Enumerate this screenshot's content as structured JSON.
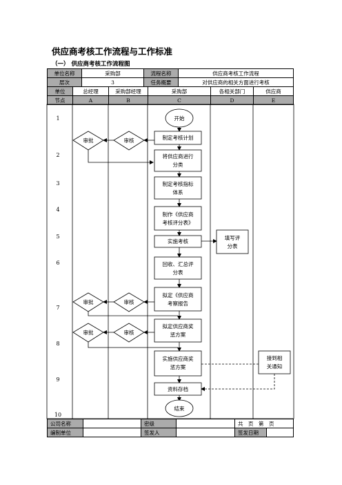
{
  "title": "供应商考核工作流程与工作标准",
  "subtitle": "（一）  供应商考核工作流程图",
  "header": {
    "unit_name_label": "单位名称",
    "unit_name_value": "采购部",
    "process_name_label": "流程名称",
    "process_name_value": "供应商考核工作流程",
    "level_label": "层次",
    "level_value": "3",
    "task_label": "任务概要",
    "task_value": "对供应商的相关方面进行考核",
    "unit_label": "单位",
    "node_label": "节点"
  },
  "columns": [
    {
      "unit": "总经理",
      "node": "A"
    },
    {
      "unit": "采购部经理",
      "node": "B"
    },
    {
      "unit": "采购部",
      "node": "C"
    },
    {
      "unit": "各相关部门",
      "node": "D"
    },
    {
      "unit": "供应商",
      "node": "E"
    }
  ],
  "row_numbers": [
    "1",
    "2",
    "3",
    "4",
    "5",
    "6",
    "7",
    "8",
    "9",
    "10"
  ],
  "flow": {
    "start": "开始",
    "end": "结束",
    "approve": "审批",
    "review": "审核",
    "c1": "制定考核计划",
    "c2": [
      "将供应商进行",
      "分类"
    ],
    "c3": [
      "制定考核指标",
      "体系"
    ],
    "c4": [
      "制作《供应商",
      "考核评分表》"
    ],
    "c5": "实施考核",
    "d5": [
      "填写评",
      "分表"
    ],
    "c6": [
      "回收、汇总评",
      "分表"
    ],
    "c7": [
      "拟定《供应商",
      "考察报告"
    ],
    "c8": [
      "拟定供应商奖",
      "惩方案"
    ],
    "c9": [
      "实施供应商奖",
      "惩方案"
    ],
    "e9": [
      "接到相",
      "关通知"
    ],
    "c10": "资料存档"
  },
  "footer": {
    "company_label": "公司名称",
    "secret_label": "密级",
    "pages_label": "共　页　第　页",
    "edit_unit_label": "编制单位",
    "issuer_label": "签发人",
    "issue_date_label": "签发日期"
  }
}
